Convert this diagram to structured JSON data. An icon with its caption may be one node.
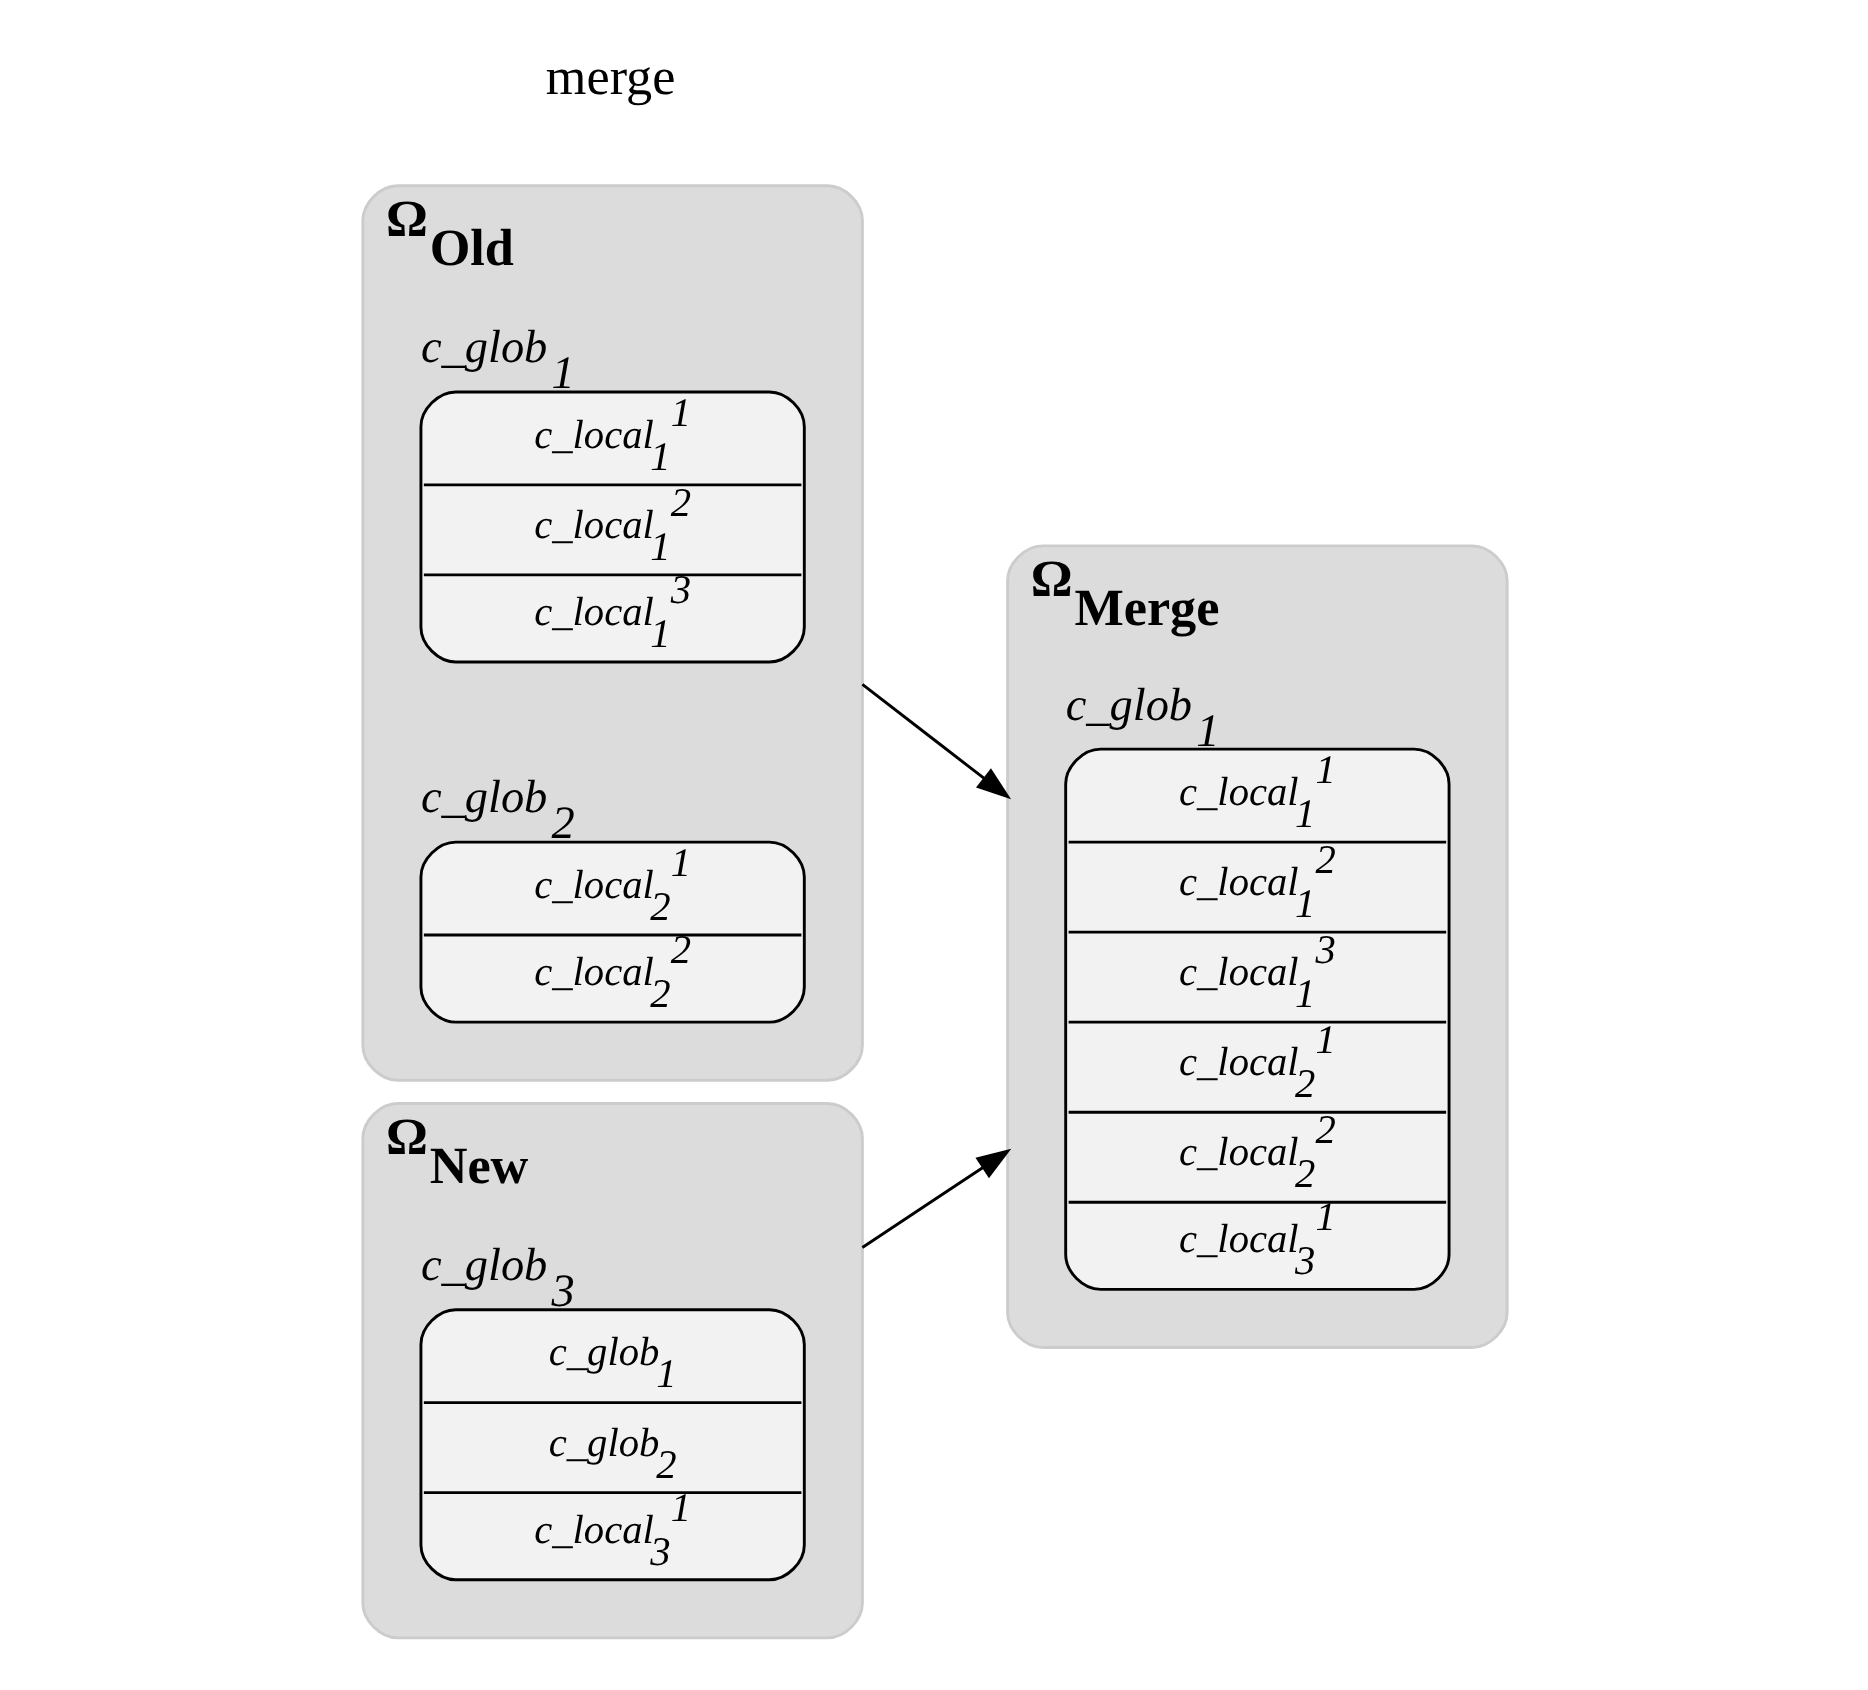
{
  "diagram": {
    "nodes": [
      {
        "text": [
          "Ω$_{Old}$"
        ]
      },
      {
        "text": [
          "c_glob$_{1}$",
          "c_local$_{1}$$^{1}$",
          "c_local$_{1}$$^{2}$",
          "c_local$_{1}$$^{3}$"
        ],
        "in": 0
      },
      {
        "text": [
          "c_glob$_{2}$",
          "c_local$_{2}$$^{1}$",
          "c_local$_{2}$$^{2}$"
        ],
        "in": 0
      },
      {
        "text": [
          "Ω$_{Merge}$"
        ]
      },
      {
        "text": [
          "c_glob$_{1}$",
          "c_local$_{1}$$^{1}$",
          "c_local$_{1}$$^{2}$",
          "c_local$_{1}$$^{3}$",
          "c_local$_{2}$$^{1}$",
          "c_local$_{2}$$^{2}$",
          "c_local$_{3}$$^{1}$"
        ],
        "in": 3
      },
      {
        "text": [
          "Ω$_{New}$"
        ]
      },
      {
        "text": [
          "c_glob$_{3}$",
          "c_glob$_{1}$",
          "c_glob$_{2}$",
          "c_local$_{3}$$^{1}$"
        ],
        "in": 5
      }
    ],
    "edges": [
      {
        "from": 0,
        "to": 3,
        "arrow": "to"
      },
      {
        "from": 5,
        "to": 3,
        "arrow": "to"
      }
    ],
    "labels": [
      "merge"
    ]
  }
}
